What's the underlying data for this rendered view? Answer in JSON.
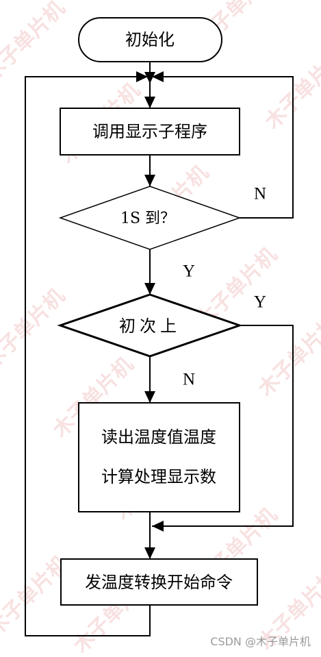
{
  "nodes": {
    "start": "初始化",
    "call_display": "调用显示子程序",
    "decision_1s": "1S 到？",
    "decision_first": "初次上",
    "read_temp_line1": "读出温度值温度",
    "read_temp_line2": "计算处理显示数",
    "send_convert": "发温度转换开始命令"
  },
  "edge_labels": {
    "d1_no": "N",
    "d1_yes": "Y",
    "d2_yes": "Y",
    "d2_no": "N"
  },
  "watermark": {
    "text": "木子单片机",
    "credit": "CSDN @木子单片机"
  }
}
